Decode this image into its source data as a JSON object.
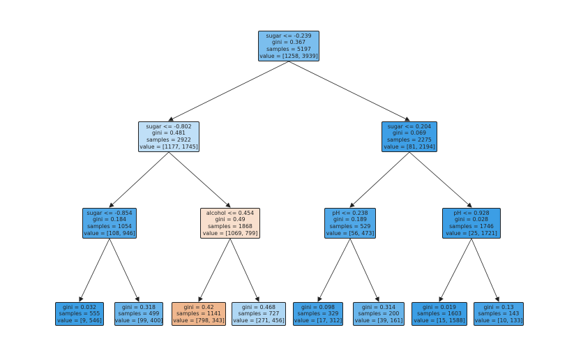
{
  "tree": {
    "nodes": [
      {
        "id": "n0",
        "lines": [
          "sugar <= -0.239",
          "gini = 0.367",
          "samples = 5197",
          "value = [1258, 3939]"
        ],
        "fill": "#7bbeee"
      },
      {
        "id": "n1",
        "lines": [
          "sugar <= -0.802",
          "gini = 0.481",
          "samples = 2922",
          "value = [1177, 1745]"
        ],
        "fill": "#bfdff7"
      },
      {
        "id": "n2",
        "lines": [
          "sugar <= 0.204",
          "gini = 0.069",
          "samples = 2275",
          "value = [81, 2194]"
        ],
        "fill": "#3e9fe6"
      },
      {
        "id": "n3",
        "lines": [
          "sugar <= -0.854",
          "gini = 0.184",
          "samples = 1054",
          "value = [108, 946]"
        ],
        "fill": "#50a8e8"
      },
      {
        "id": "n4",
        "lines": [
          "alcohol <= 0.454",
          "gini = 0.49",
          "samples = 1868",
          "value = [1069, 799]"
        ],
        "fill": "#f8dfcd"
      },
      {
        "id": "n5",
        "lines": [
          "pH <= 0.238",
          "gini = 0.189",
          "samples = 529",
          "value = [56, 473]"
        ],
        "fill": "#50a8e8"
      },
      {
        "id": "n6",
        "lines": [
          "pH <= 0.928",
          "gini = 0.028",
          "samples = 1746",
          "value = [25, 1721]"
        ],
        "fill": "#3c9ee5"
      },
      {
        "id": "n7",
        "lines": [
          "gini = 0.032",
          "samples = 555",
          "value = [9, 546]"
        ],
        "fill": "#3c9fe5"
      },
      {
        "id": "n8",
        "lines": [
          "gini = 0.318",
          "samples = 499",
          "value = [99, 400]"
        ],
        "fill": "#6ab5eb"
      },
      {
        "id": "n9",
        "lines": [
          "gini = 0.42",
          "samples = 1141",
          "value = [798, 343]"
        ],
        "fill": "#f0b78e"
      },
      {
        "id": "n10",
        "lines": [
          "gini = 0.468",
          "samples = 727",
          "value = [271, 456]"
        ],
        "fill": "#afd7f4"
      },
      {
        "id": "n11",
        "lines": [
          "gini = 0.098",
          "samples = 329",
          "value = [17, 312]"
        ],
        "fill": "#44a2e6"
      },
      {
        "id": "n12",
        "lines": [
          "gini = 0.314",
          "samples = 200",
          "value = [39, 161]"
        ],
        "fill": "#69b5eb"
      },
      {
        "id": "n13",
        "lines": [
          "gini = 0.019",
          "samples = 1603",
          "value = [15, 1588]"
        ],
        "fill": "#3b9ee5"
      },
      {
        "id": "n14",
        "lines": [
          "gini = 0.13",
          "samples = 143",
          "value = [10, 133]"
        ],
        "fill": "#48a4e7"
      }
    ],
    "edges": [
      [
        "n0",
        "n1"
      ],
      [
        "n0",
        "n2"
      ],
      [
        "n1",
        "n3"
      ],
      [
        "n1",
        "n4"
      ],
      [
        "n2",
        "n5"
      ],
      [
        "n2",
        "n6"
      ],
      [
        "n3",
        "n7"
      ],
      [
        "n3",
        "n8"
      ],
      [
        "n4",
        "n9"
      ],
      [
        "n4",
        "n10"
      ],
      [
        "n5",
        "n11"
      ],
      [
        "n5",
        "n12"
      ],
      [
        "n6",
        "n13"
      ],
      [
        "n6",
        "n14"
      ]
    ]
  }
}
